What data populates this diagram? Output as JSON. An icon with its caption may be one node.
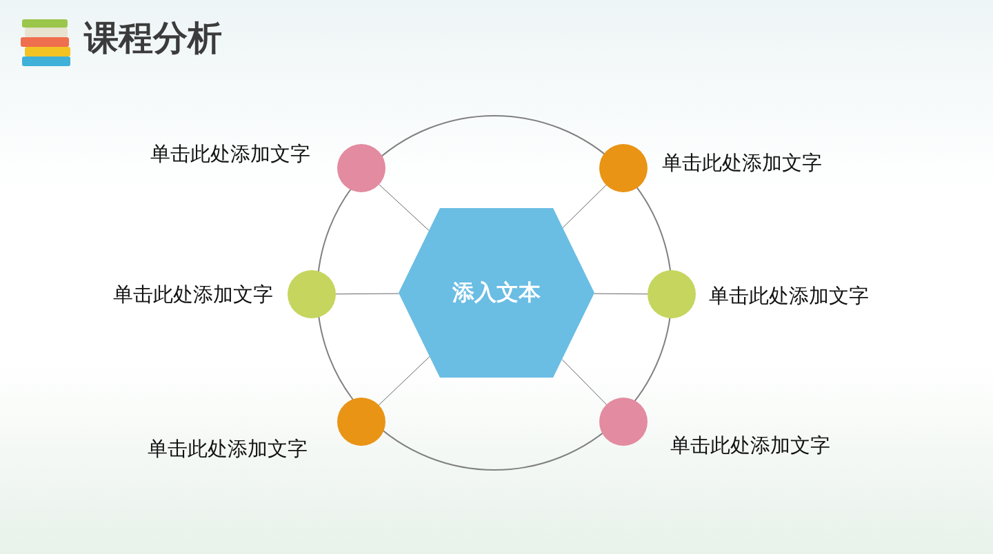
{
  "diagram": {
    "title": "课程分析",
    "nodes": [
      {
        "text": [
          "添入文本"
        ]
      },
      {
        "text": [],
        "shape": "circle",
        "beside": [
          "单击此处添加文字"
        ]
      },
      {
        "text": [],
        "shape": "circle",
        "beside": [
          "单击此处添加文字"
        ]
      },
      {
        "text": [],
        "shape": "circle",
        "beside": [
          "单击此处添加文字"
        ]
      },
      {
        "text": [],
        "shape": "circle",
        "beside": [
          "单击此处添加文字"
        ]
      },
      {
        "text": [],
        "shape": "circle",
        "beside": [
          "单击此处添加文字"
        ]
      },
      {
        "text": [],
        "shape": "circle",
        "beside": [
          "单击此处添加文字"
        ]
      }
    ],
    "edges": [
      {
        "from": 0,
        "to": 1,
        "arrow": "none"
      },
      {
        "from": 0,
        "to": 2,
        "arrow": "none"
      },
      {
        "from": 0,
        "to": 3,
        "arrow": "none"
      },
      {
        "from": 0,
        "to": 4,
        "arrow": "none"
      },
      {
        "from": 0,
        "to": 5,
        "arrow": "none"
      },
      {
        "from": 0,
        "to": 6,
        "arrow": "none"
      }
    ]
  }
}
